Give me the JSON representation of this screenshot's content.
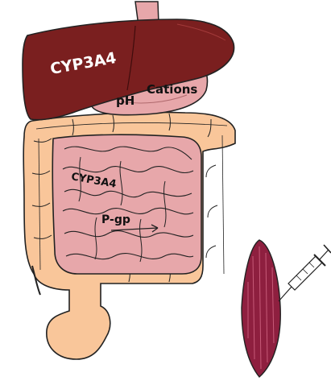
{
  "labels": {
    "liver_enzyme": "CYP3A4",
    "stomach_ph": "pH",
    "stomach_cations": "Cations",
    "intestine_enzyme": "CYP3A4",
    "intestine_transporter": "P-gp"
  },
  "colors": {
    "liver": "#7a1f1f",
    "stomach": "#e7a7aa",
    "small_intestine": "#e7a7aa",
    "colon": "#f9c69a",
    "muscle": "#8e1f3f",
    "outline": "#222222"
  }
}
